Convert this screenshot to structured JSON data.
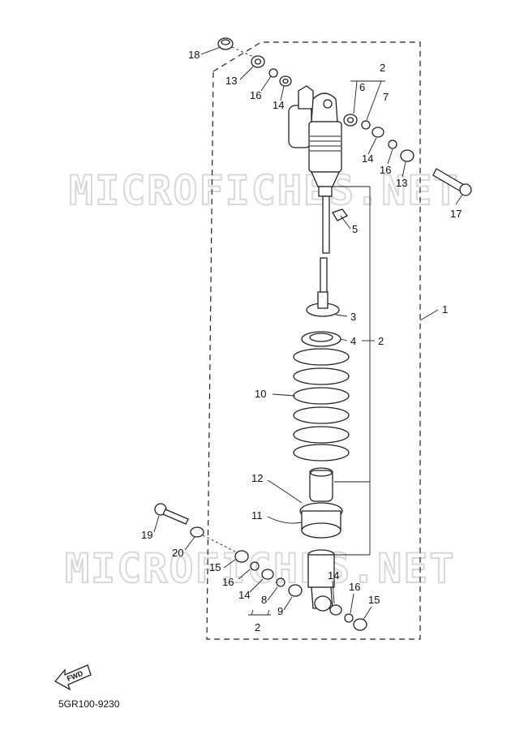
{
  "watermark": "MICROFICHES.NET",
  "drawing_code": "5GR100-9230",
  "fwd_label": "FWD",
  "callouts": {
    "c1": "1",
    "c2a": "2",
    "c2b": "2",
    "c2c": "2",
    "c3": "3",
    "c4": "4",
    "c5": "5",
    "c6": "6",
    "c7": "7",
    "c8": "8",
    "c9": "9",
    "c10": "10",
    "c11": "11",
    "c12": "12",
    "c13a": "13",
    "c13b": "13",
    "c14a": "14",
    "c14b": "14",
    "c14c": "14",
    "c14d": "14",
    "c15a": "15",
    "c15b": "15",
    "c16a": "16",
    "c16b": "16",
    "c16c": "16",
    "c16d": "16",
    "c17": "17",
    "c18": "18",
    "c19": "19",
    "c20": "20"
  }
}
